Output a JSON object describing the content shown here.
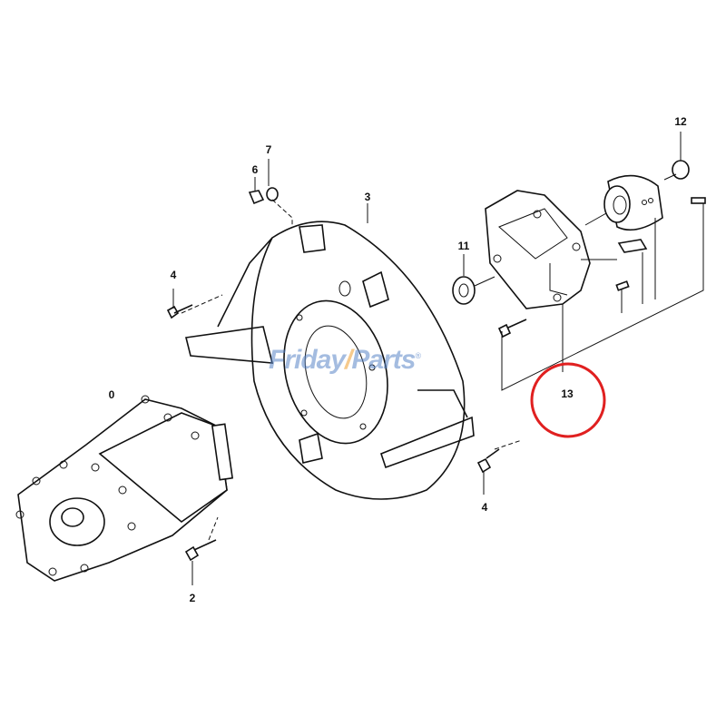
{
  "diagram": {
    "callouts": [
      "0",
      "2",
      "3",
      "4",
      "4",
      "6",
      "7",
      "11",
      "12",
      "13"
    ],
    "highlighted_callout": "13",
    "highlight_color": "#e02020",
    "line_color": "#111111"
  },
  "watermark": {
    "text_a": "Friday",
    "text_b": "Parts",
    "mark": "®",
    "color": "#5a86c8",
    "accent": "#f0a030"
  }
}
